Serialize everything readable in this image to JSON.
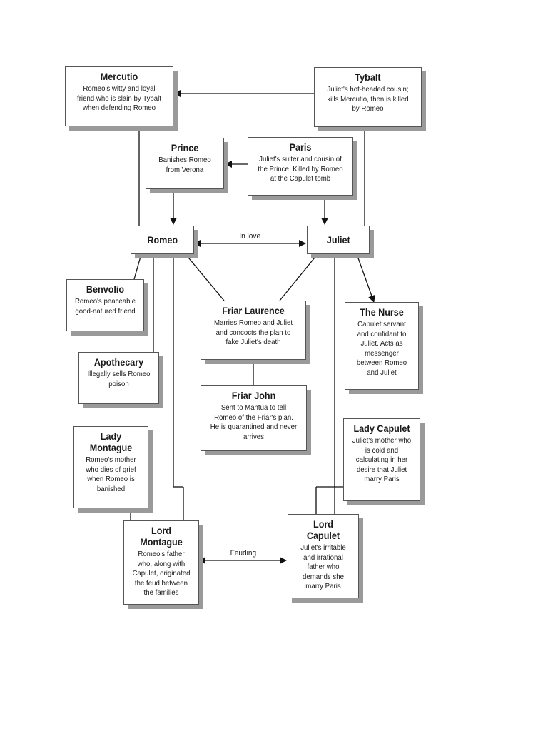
{
  "characters": {
    "mercutio": {
      "name": "Mercutio",
      "desc": "Romeo's witty and loyal friend who is slain by Tybalt when defending Romeo"
    },
    "tybalt": {
      "name": "Tybalt",
      "desc": "Juliet's hot-headed cousin; kills Mercutio, then is killed by Romeo"
    },
    "prince": {
      "name": "Prince",
      "desc": "Banishes Romeo from Verona"
    },
    "paris": {
      "name": "Paris",
      "desc": "Juliet's suiter and cousin of the Prince. Killed by Romeo at the Capulet tomb"
    },
    "romeo": {
      "name": "Romeo"
    },
    "juliet": {
      "name": "Juliet"
    },
    "benvolio": {
      "name": "Benvolio",
      "desc": "Romeo's peaceable good-natured friend"
    },
    "friar_laurence": {
      "name": "Friar Laurence",
      "desc": "Marries Romeo and Juliet and concocts the plan to fake Juliet's death"
    },
    "nurse": {
      "name": "The Nurse",
      "desc": "Capulet servant and confidant to Juliet. Acts as messenger between Romeo and Juliet"
    },
    "apothecary": {
      "name": "Apothecary",
      "desc": "Illegally sells Romeo poison"
    },
    "friar_john": {
      "name": "Friar John",
      "desc": "Sent to Mantua to tell Romeo of the Friar's plan. He is quarantined and never arrives"
    },
    "lady_montague": {
      "name": "Lady Montague",
      "desc": "Romeo's mother who dies of grief when Romeo is banished"
    },
    "lady_capulet": {
      "name": "Lady Capulet",
      "desc": "Juliet's mother who is cold and calculating in her desire that Juliet marry Paris"
    },
    "lord_montague": {
      "name": "Lord Montague",
      "desc": "Romeo's father who, along with Capulet, originated the feud between the families"
    },
    "lord_capulet": {
      "name": "Lord Capulet",
      "desc": "Juliet's irritable and irrational father who demands she marry Paris"
    }
  },
  "edges": {
    "in_love": "In love",
    "feuding": "Feuding"
  }
}
